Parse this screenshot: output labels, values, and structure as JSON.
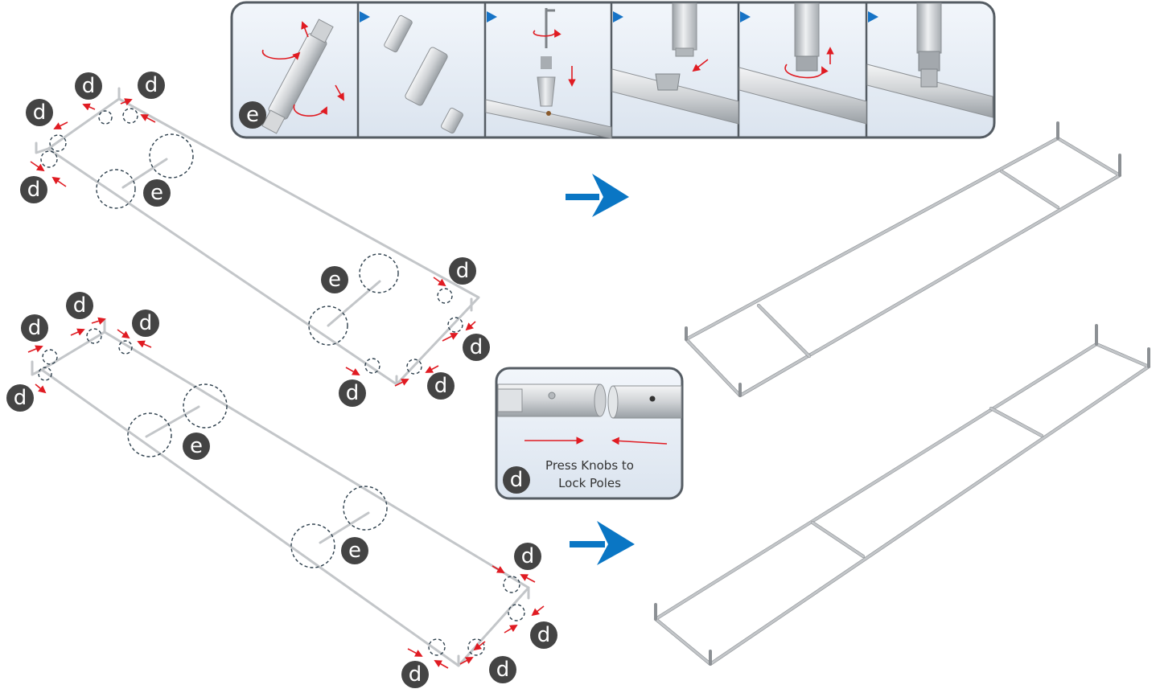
{
  "steps": {
    "d": "d",
    "e": "e"
  },
  "detail_panel": {
    "label": "d",
    "caption_line1": "Press Knobs to",
    "caption_line2": "Lock Poles"
  },
  "colors": {
    "badge": "#444444",
    "arrow_red": "#e01b22",
    "arrow_blue": "#0a76c4",
    "panel_border": "#555c63",
    "panel_fill": "#e8eef6",
    "pole": "#c3c6c9"
  },
  "icons": [
    "rotate-arrow-icon",
    "direction-arrow-icon",
    "next-step-arrow-icon",
    "play-marker-icon"
  ]
}
